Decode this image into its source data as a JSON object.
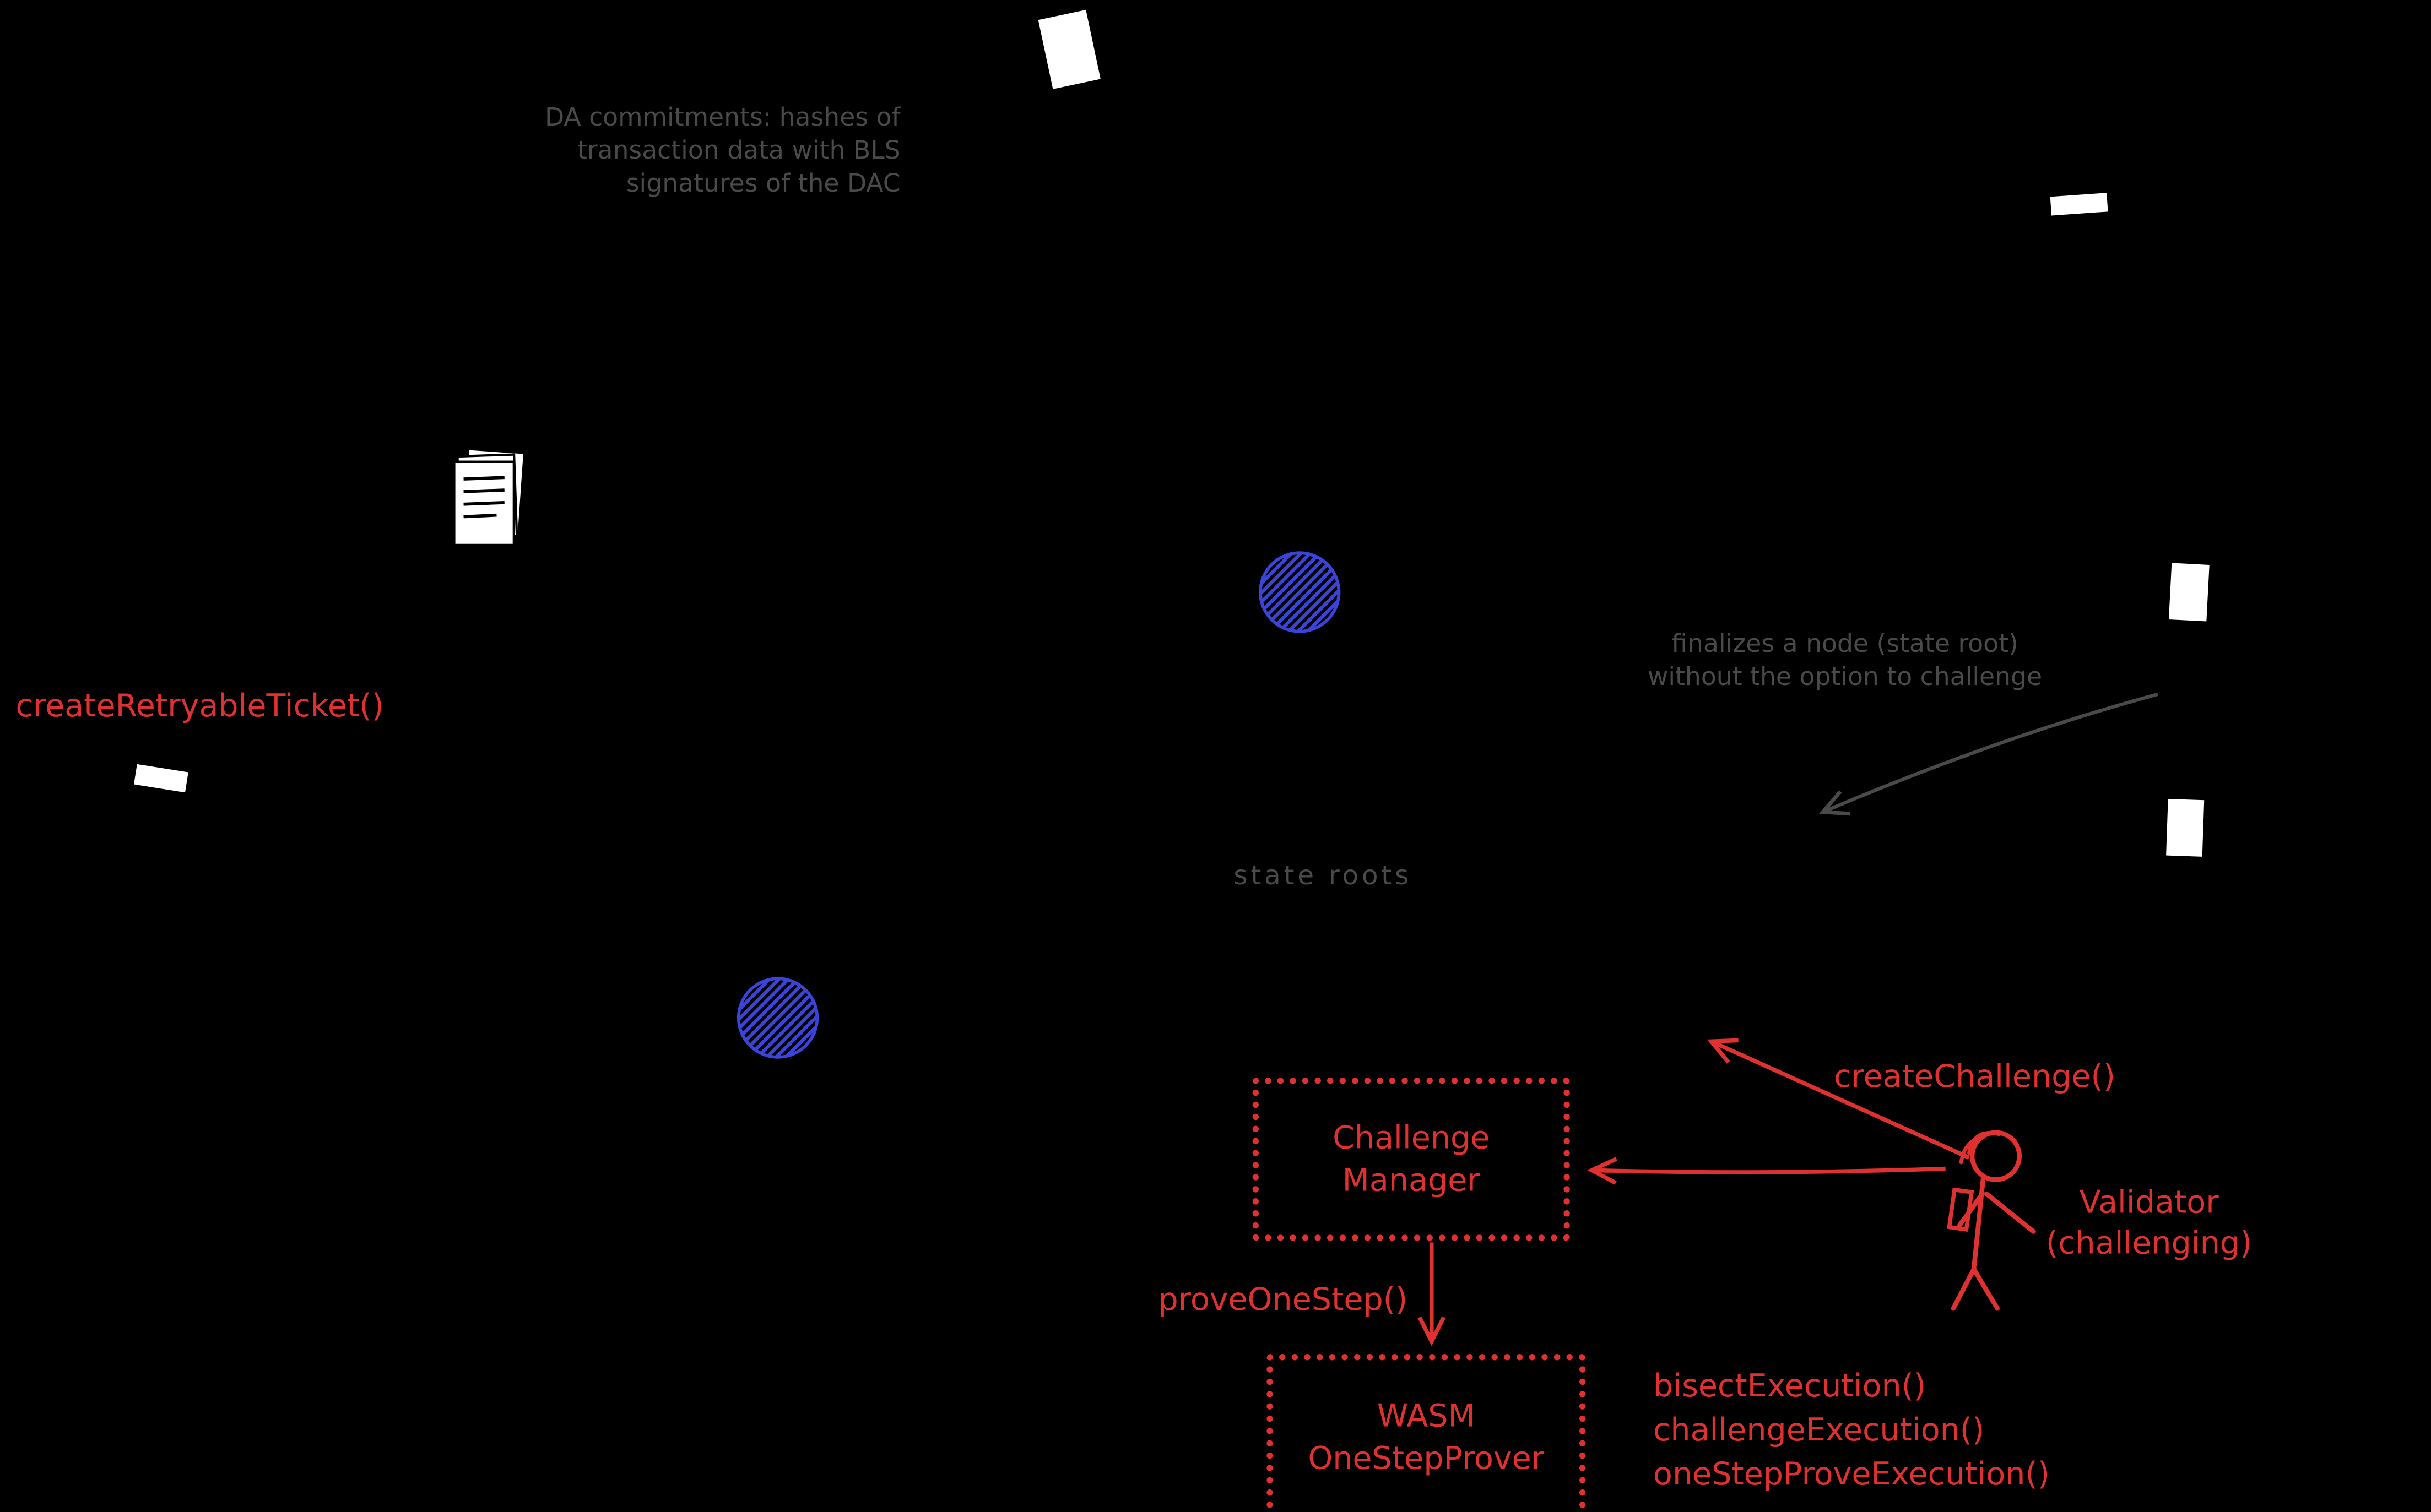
{
  "diagram": {
    "notes": {
      "da_commitments": "DA commitments: hashes of\ntransaction data with BLS\nsignatures of the DAC",
      "finalizes_node": "finalizes a node (state root)\nwithout the option to challenge",
      "state_roots": "state roots"
    },
    "labels": {
      "create_retryable_ticket": "createRetryableTicket()",
      "create_challenge": "createChallenge()",
      "prove_one_step": "proveOneStep()",
      "validator": "Validator\n(challenging)",
      "challenge_manager": "Challenge\nManager",
      "wasm_prover": "WASM\nOneStepProver",
      "bisect_execution": "bisectExecution()",
      "challenge_execution": "challengeExecution()",
      "one_step_prove_execution": "oneStepProveExecution()"
    },
    "colors": {
      "background": "#000000",
      "note_gray": "#4a4a4a",
      "accent_red": "#e03131",
      "scribble_blue": "#3b44d8",
      "shape_white": "#ffffff"
    },
    "icons": {
      "document_stack": "document-stack-icon",
      "scribble_circle": "scribble-circle-icon",
      "white_card": "white-card-icon",
      "validator_figure": "validator-figure-icon",
      "finalize_arrow": "finalize-arrow-icon",
      "create_challenge_arrow": "create-challenge-arrow-icon",
      "challenge_manager_arrow": "challenge-manager-arrow-icon",
      "prove_one_step_arrow": "prove-one-step-arrow-icon"
    }
  }
}
